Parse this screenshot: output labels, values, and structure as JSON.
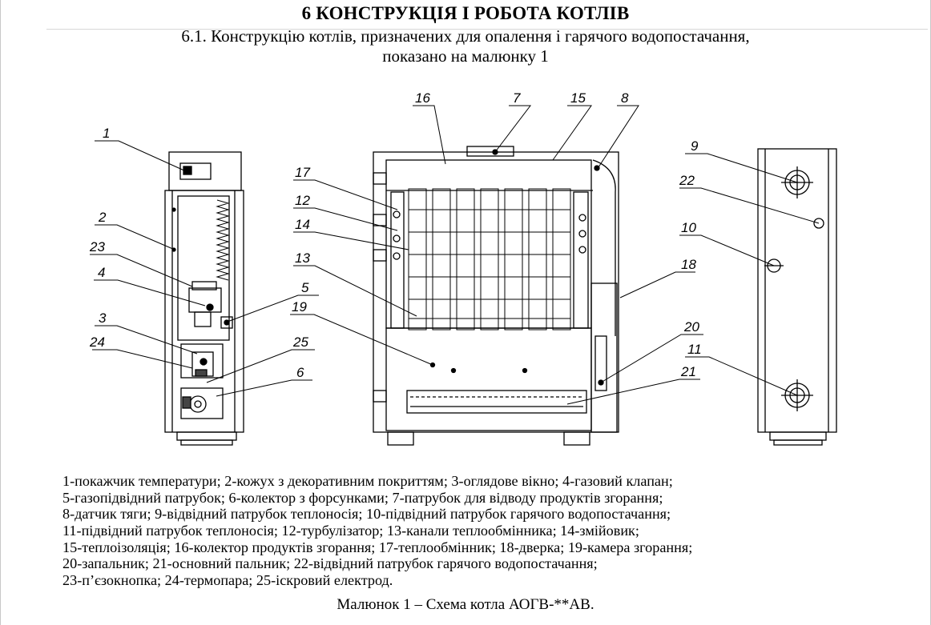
{
  "heading": "6 КОНСТРУКЦІЯ І РОБОТА КОТЛІВ",
  "subtitle": {
    "line1": "6.1. Конструкцію котлів, призначених для опалення і гарячого водопостачання,",
    "line2": "показано на малюнку 1"
  },
  "callouts": [
    "1",
    "2",
    "23",
    "4",
    "3",
    "24",
    "5",
    "25",
    "6",
    "17",
    "12",
    "14",
    "13",
    "19",
    "16",
    "7",
    "15",
    "8",
    "18",
    "20",
    "21",
    "9",
    "22",
    "10",
    "11"
  ],
  "legend": [
    "1-покажчик температури; 2-кожух з декоративним покриттям; 3-оглядове вікно; 4-газовий клапан;",
    "5-газопідвідний патрубок; 6-колектор з форсунками; 7-патрубок для відводу продуктів згорання;",
    "8-датчик тяги; 9-відвідний патрубок теплоносія; 10-підвідний патрубок гарячого водопостачання;",
    "11-підвідний патрубок теплоносія; 12-турбулізатор; 13-канали теплообмінника; 14-змійовик;",
    "15-теплоізоляція; 16-колектор продуктів згорання; 17-теплообмінник; 18-дверка; 19-камера згорання;",
    "20-запальник; 21-основний пальник; 22-відвідний патрубок гарячого водопостачання;",
    "23-п’єзокнопка; 24-термопара; 25-іскровий електрод."
  ],
  "caption": "Малюнок 1 – Схема котла АОГВ-**АВ."
}
